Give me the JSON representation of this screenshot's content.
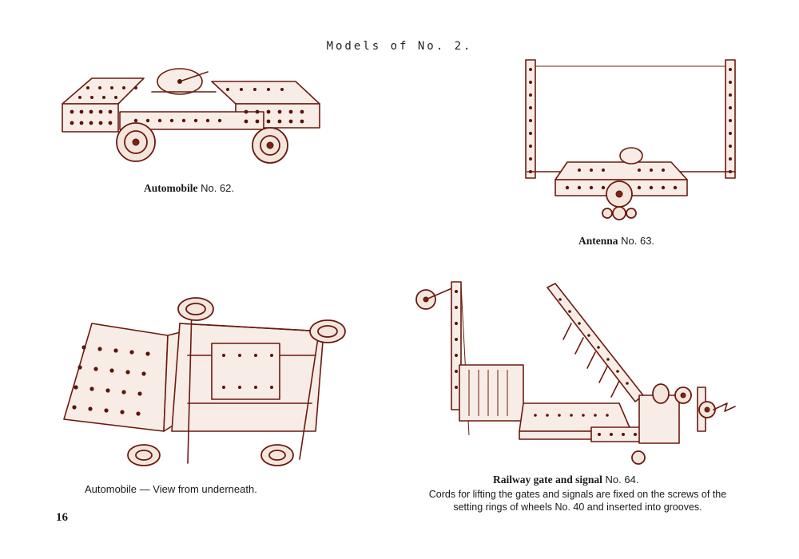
{
  "page": {
    "title": "Models of No. 2.",
    "page_number": "16"
  },
  "captions": {
    "automobile_top": {
      "bold": "Automobile",
      "rest": " No. 62."
    },
    "antenna": {
      "bold": "Antenna",
      "rest": " No. 63."
    },
    "automobile_under": "Automobile — View from underneath.",
    "railway": {
      "bold": "Railway gate and signal",
      "rest": " No. 64."
    }
  },
  "description": "Cords for lifting the gates and signals are fixed on the screws of the setting rings of wheels No. 40 and inserted into grooves.",
  "figures": [
    {
      "name": "automobile-62-illustration"
    },
    {
      "name": "antenna-63-illustration"
    },
    {
      "name": "automobile-underneath-illustration"
    },
    {
      "name": "railway-gate-signal-64-illustration"
    }
  ],
  "colors": {
    "ink": "#6b1a10",
    "paper": "#ffffff",
    "text": "#1a1a1a"
  }
}
